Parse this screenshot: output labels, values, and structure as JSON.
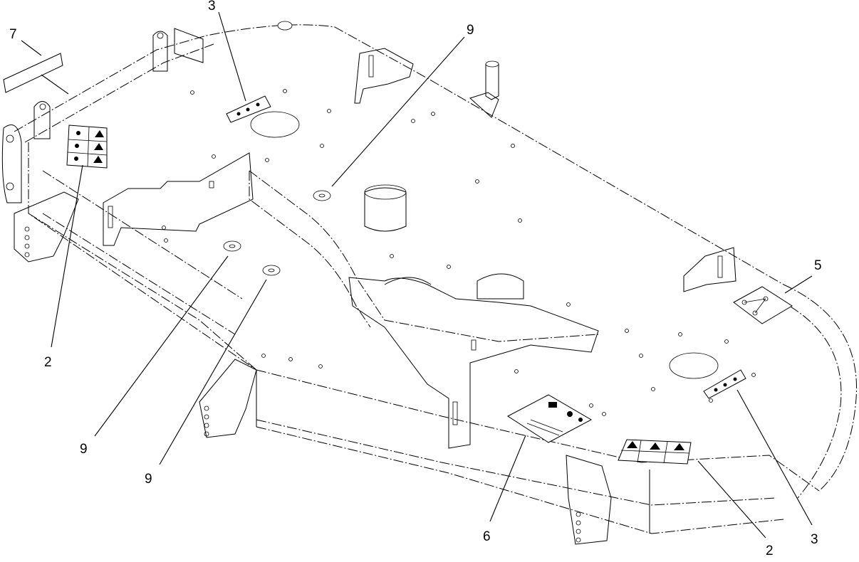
{
  "callouts": [
    {
      "label": "7"
    },
    {
      "label": "3"
    },
    {
      "label": "9"
    },
    {
      "label": "2"
    },
    {
      "label": "9"
    },
    {
      "label": "9"
    },
    {
      "label": "5"
    },
    {
      "label": "6"
    },
    {
      "label": "2"
    },
    {
      "label": "3"
    }
  ]
}
